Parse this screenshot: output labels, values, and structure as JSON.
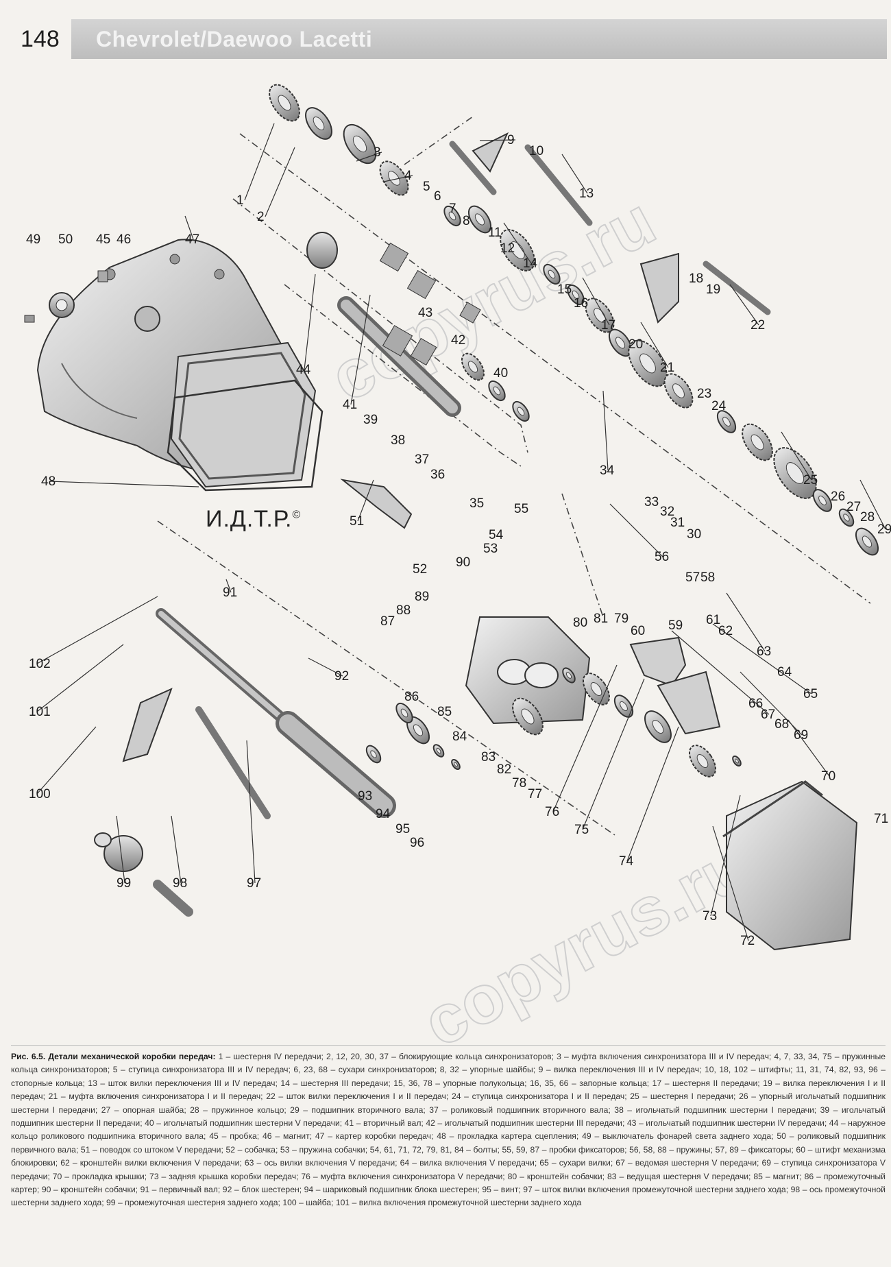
{
  "header": {
    "page_number": "148",
    "title": "Chevrolet/Daewoo Lacetti"
  },
  "diagram": {
    "mark": "И.Д.Т.Р.",
    "mark_symbol": "©",
    "watermark": "copyrus.ru",
    "callouts": [
      {
        "id": "1",
        "text": "1"
      },
      {
        "id": "2",
        "text": "2"
      },
      {
        "id": "3",
        "text": "3"
      },
      {
        "id": "4",
        "text": "4"
      },
      {
        "id": "5",
        "text": "5"
      },
      {
        "id": "6",
        "text": "6"
      },
      {
        "id": "7",
        "text": "7"
      },
      {
        "id": "8",
        "text": "8"
      },
      {
        "id": "9",
        "text": "9"
      },
      {
        "id": "10",
        "text": "10"
      },
      {
        "id": "11",
        "text": "11"
      },
      {
        "id": "12",
        "text": "12"
      },
      {
        "id": "13",
        "text": "13"
      },
      {
        "id": "14",
        "text": "14"
      },
      {
        "id": "15",
        "text": "15"
      },
      {
        "id": "16",
        "text": "16"
      },
      {
        "id": "17",
        "text": "17"
      },
      {
        "id": "18",
        "text": "18"
      },
      {
        "id": "19",
        "text": "19"
      },
      {
        "id": "20",
        "text": "20"
      },
      {
        "id": "21",
        "text": "21"
      },
      {
        "id": "22",
        "text": "22"
      },
      {
        "id": "23",
        "text": "23"
      },
      {
        "id": "24",
        "text": "24"
      },
      {
        "id": "25",
        "text": "25"
      },
      {
        "id": "26",
        "text": "26"
      },
      {
        "id": "27",
        "text": "27"
      },
      {
        "id": "28",
        "text": "28"
      },
      {
        "id": "29",
        "text": "29"
      },
      {
        "id": "30",
        "text": "30"
      },
      {
        "id": "31",
        "text": "31"
      },
      {
        "id": "32",
        "text": "32"
      },
      {
        "id": "33",
        "text": "33"
      },
      {
        "id": "34",
        "text": "34"
      },
      {
        "id": "35",
        "text": "35"
      },
      {
        "id": "36",
        "text": "36"
      },
      {
        "id": "37",
        "text": "37"
      },
      {
        "id": "38",
        "text": "38"
      },
      {
        "id": "39",
        "text": "39"
      },
      {
        "id": "40",
        "text": "40"
      },
      {
        "id": "41",
        "text": "41"
      },
      {
        "id": "42",
        "text": "42"
      },
      {
        "id": "43",
        "text": "43"
      },
      {
        "id": "44",
        "text": "44"
      },
      {
        "id": "45",
        "text": "45"
      },
      {
        "id": "46",
        "text": "46"
      },
      {
        "id": "47",
        "text": "47"
      },
      {
        "id": "48",
        "text": "48"
      },
      {
        "id": "49",
        "text": "49"
      },
      {
        "id": "50",
        "text": "50"
      },
      {
        "id": "51",
        "text": "51"
      },
      {
        "id": "52",
        "text": "52"
      },
      {
        "id": "53",
        "text": "53"
      },
      {
        "id": "54",
        "text": "54"
      },
      {
        "id": "55",
        "text": "55"
      },
      {
        "id": "56",
        "text": "56"
      },
      {
        "id": "57",
        "text": "57"
      },
      {
        "id": "58",
        "text": "58"
      },
      {
        "id": "59",
        "text": "59"
      },
      {
        "id": "60",
        "text": "60"
      },
      {
        "id": "61",
        "text": "61"
      },
      {
        "id": "62",
        "text": "62"
      },
      {
        "id": "63",
        "text": "63"
      },
      {
        "id": "64",
        "text": "64"
      },
      {
        "id": "65",
        "text": "65"
      },
      {
        "id": "66",
        "text": "66"
      },
      {
        "id": "67",
        "text": "67"
      },
      {
        "id": "68",
        "text": "68"
      },
      {
        "id": "69",
        "text": "69"
      },
      {
        "id": "70",
        "text": "70"
      },
      {
        "id": "71",
        "text": "71"
      },
      {
        "id": "72",
        "text": "72"
      },
      {
        "id": "73",
        "text": "73"
      },
      {
        "id": "74",
        "text": "74"
      },
      {
        "id": "75",
        "text": "75"
      },
      {
        "id": "76",
        "text": "76"
      },
      {
        "id": "77",
        "text": "77"
      },
      {
        "id": "78",
        "text": "78"
      },
      {
        "id": "79",
        "text": "79"
      },
      {
        "id": "80",
        "text": "80"
      },
      {
        "id": "81",
        "text": "81"
      },
      {
        "id": "82",
        "text": "82"
      },
      {
        "id": "83",
        "text": "83"
      },
      {
        "id": "84",
        "text": "84"
      },
      {
        "id": "85",
        "text": "85"
      },
      {
        "id": "86",
        "text": "86"
      },
      {
        "id": "87",
        "text": "87"
      },
      {
        "id": "88",
        "text": "88"
      },
      {
        "id": "89",
        "text": "89"
      },
      {
        "id": "90",
        "text": "90"
      },
      {
        "id": "91",
        "text": "91"
      },
      {
        "id": "92",
        "text": "92"
      },
      {
        "id": "93",
        "text": "93"
      },
      {
        "id": "94",
        "text": "94"
      },
      {
        "id": "95",
        "text": "95"
      },
      {
        "id": "96",
        "text": "96"
      },
      {
        "id": "97",
        "text": "97"
      },
      {
        "id": "98",
        "text": "98"
      },
      {
        "id": "99",
        "text": "99"
      },
      {
        "id": "100",
        "text": "100"
      },
      {
        "id": "101",
        "text": "101"
      },
      {
        "id": "102",
        "text": "102"
      }
    ]
  },
  "caption": {
    "label": "Рис. 6.5. Детали механической коробки передач:",
    "text": "1 – шестерня IV передачи; 2, 12, 20, 30, 37 – блокирующие кольца синхронизаторов; 3 – муфта включения синхронизатора III и IV передач; 4, 7, 33, 34, 75 – пружинные кольца синхронизаторов; 5 – ступица синхронизатора III и IV передач; 6, 23, 68 – сухари синхронизаторов; 8, 32 – упорные шайбы; 9 – вилка переключения III и IV передач; 10, 18, 102 – штифты; 11, 31, 74, 82, 93, 96 – стопорные кольца; 13 – шток вилки переключения III и IV передач; 14 – шестерня III передачи; 15, 36, 78 – упорные полукольца; 16, 35, 66 – запорные кольца; 17 – шестерня II передачи; 19 – вилка переключения I и II передач; 21 – муфта включения синхронизатора I и II передач; 22 – шток вилки переключения I и II передач; 24 – ступица синхронизатора I и II передач; 25 – шестерня I передачи; 26 – упорный игольчатый подшипник шестерни I передачи; 27 – опорная шайба; 28 – пружинное кольцо; 29 – подшипник вторичного вала; 37 – роликовый подшипник вторичного вала; 38 – игольчатый подшипник шестерни I передачи; 39 – игольчатый подшипник шестерни II передачи; 40 – игольчатый подшипник шестерни V передачи; 41 – вторичный вал; 42 – игольчатый подшипник шестерни III передачи; 43 – игольчатый подшипник шестерни IV передачи; 44 – наружное кольцо роликового подшипника вторичного вала; 45 – пробка; 46 – магнит; 47 – картер коробки передач; 48 – прокладка картера сцепления; 49 – выключатель фонарей света заднего хода; 50 – роликовый подшипник первичного вала; 51 – поводок со штоком V передачи; 52 – собачка; 53 – пружина собачки; 54, 61, 71, 72, 79, 81, 84 – болты; 55, 59, 87 – пробки фиксаторов; 56, 58, 88 – пружины; 57, 89 – фиксаторы; 60 – штифт механизма блокировки; 62 – кронштейн вилки включения V передачи; 63 – ось вилки включения V передачи; 64 – вилка включения V передачи; 65 – сухари вилки; 67 – ведомая шестерня V передачи; 69 – ступица синхронизатора V передачи; 70 – прокладка крышки; 73 – задняя крышка коробки передач; 76 – муфта включения синхронизатора V передачи; 80 – кронштейн собачки; 83 – ведущая шестерня V передачи; 85 – магнит; 86 – промежуточный картер; 90 – кронштейн собачки; 91 – первичный вал; 92 – блок шестерен; 94 – шариковый подшипник блока шестерен; 95 – винт; 97 – шток вилки включения промежуточной шестерни заднего хода; 98 – ось промежуточной шестерни заднего хода; 99 – промежуточная шестерня заднего хода; 100 – шайба; 101 – вилка включения промежуточной шестерни заднего хода"
  }
}
